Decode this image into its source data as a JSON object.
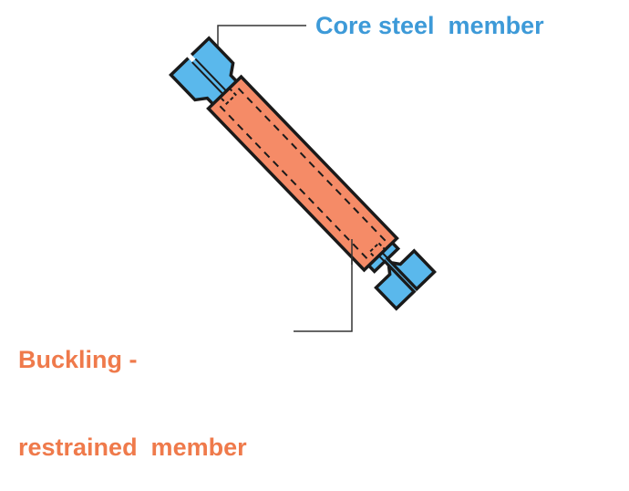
{
  "labels": {
    "core_steel": "Core steel  member",
    "buckling_line1": "Buckling -",
    "buckling_line2": "restrained  member"
  },
  "colors": {
    "core_text": "#3d9ad8",
    "brm_text": "#ef7a4b",
    "core_fill": "#5ab8ec",
    "brm_fill": "#f58b67",
    "outline": "#1a1a1a",
    "leader": "#333333"
  }
}
